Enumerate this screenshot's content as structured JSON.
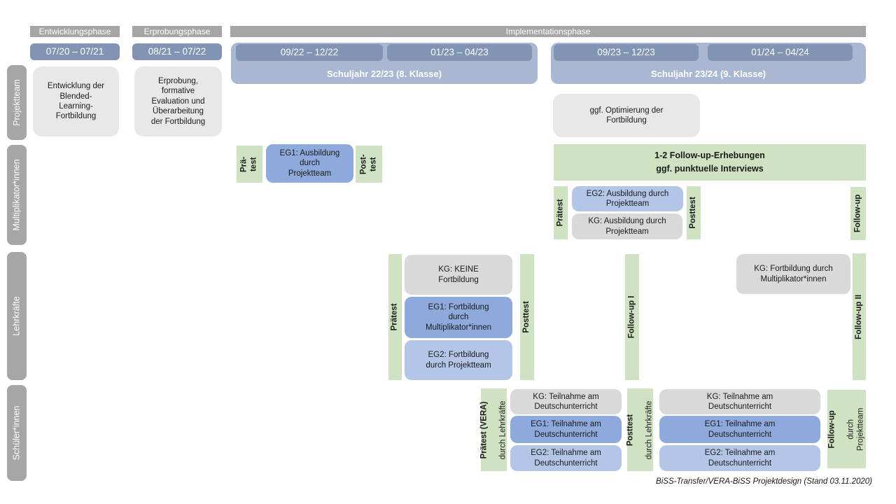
{
  "colors": {
    "header_gray": "#a6a6a6",
    "period_blue": "#8294b4",
    "band_blue": "#a9b7d2",
    "green": "#cfe3c3",
    "blue_mid": "#8ea9db",
    "blue_light": "#b4c6e7",
    "gray_light": "#e9e8e8",
    "gray_kg": "#d9d9d9"
  },
  "header": {
    "phases": [
      {
        "label": "Entwicklungsphase"
      },
      {
        "label": "Erprobungsphase"
      },
      {
        "label": "Implementationsphase"
      }
    ],
    "periods": [
      {
        "label": "07/20 – 07/21"
      },
      {
        "label": "08/21 – 07/22"
      },
      {
        "label": "09/22 – 12/22"
      },
      {
        "label": "01/23 – 04/23"
      },
      {
        "label": "09/23 – 12/23"
      },
      {
        "label": "01/24 – 04/24"
      }
    ],
    "school_years": [
      {
        "label": "Schuljahr 22/23 (8. Klasse)"
      },
      {
        "label": "Schuljahr 23/24 (9. Klasse)"
      }
    ]
  },
  "sidebar": {
    "items": [
      {
        "label": "Projektteam"
      },
      {
        "label": "Multiplikator*innen"
      },
      {
        "label": "Lehrkräfte"
      },
      {
        "label": "Schüler*innen"
      }
    ]
  },
  "rows": {
    "projektteam": {
      "boxes": [
        {
          "label": "Entwicklung der\nBlended-\nLearning-\nFortbildung"
        },
        {
          "label": "Erprobung,\nformative\nEvaluation und\nÜberarbeitung\nder Fortbildung"
        },
        {
          "label": "ggf. Optimierung der\nFortbildung"
        }
      ]
    },
    "multiplikatoren": {
      "pretest1": {
        "label": "Prä-\ntest"
      },
      "eg1": {
        "label": "EG1: Ausbildung\ndurch\nProjektteam"
      },
      "posttest1": {
        "label": "Post-\ntest"
      },
      "followup_box": {
        "label": "1-2 Follow-up-Erhebungen\nggf. punktuelle Interviews"
      },
      "pretest2": {
        "label": "Prätest"
      },
      "eg2": {
        "label": "EG2: Ausbildung durch\nProjektteam"
      },
      "kg": {
        "label": "KG: Ausbildung durch\nProjektteam"
      },
      "posttest2": {
        "label": "Posttest"
      },
      "followup_bar": {
        "label": "Follow-up"
      }
    },
    "lehrkraefte": {
      "pretest": {
        "label": "Prätest"
      },
      "kg": {
        "label": "KG: KEINE\nFortbildung"
      },
      "eg1": {
        "label": "EG1: Fortbildung\ndurch\nMultiplikator*innen"
      },
      "eg2": {
        "label": "EG2: Fortbildung\ndurch Projektteam"
      },
      "posttest": {
        "label": "Posttest"
      },
      "followup1": {
        "label": "Follow-up I"
      },
      "kg2": {
        "label": "KG: Fortbildung durch\nMultiplikator*innen"
      },
      "followup2": {
        "label": "Follow-up II"
      }
    },
    "schueler": {
      "pretest": {
        "main": "Prätest (VERA)",
        "sub": "durch Lehrkräfte"
      },
      "set1": {
        "kg": {
          "label": "KG: Teilnahme am\nDeutschunterricht"
        },
        "eg1": {
          "label": "EG1: Teilnahme am\nDeutschunterricht"
        },
        "eg2": {
          "label": "EG2: Teilnahme am\nDeutschunterricht"
        }
      },
      "posttest": {
        "main": "Posttest",
        "sub": "durch Lehrkräfte"
      },
      "set2": {
        "kg": {
          "label": "KG: Teilnahme am\nDeutschunterricht"
        },
        "eg1": {
          "label": "EG1: Teilnahme am\nDeutschunterricht"
        },
        "eg2": {
          "label": "EG2: Teilnahme am\nDeutschunterricht"
        }
      },
      "followup": {
        "main": "Follow-up",
        "sub": "durch\nProjektteam"
      }
    }
  },
  "footer": {
    "caption": "BiSS-Transfer/VERA-BiSS Projektdesign (Stand 03.11.2020)"
  }
}
